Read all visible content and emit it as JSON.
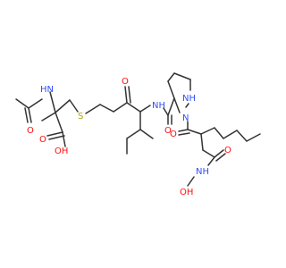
{
  "molecule": {
    "colors": {
      "bond": "#333333",
      "O": "#ff0d0d",
      "N": "#3050f8",
      "S": "#b2a400"
    },
    "labels": {
      "nh_acetyl": "HN",
      "o_acetyl": "O",
      "o_acid_carbonyl": "O",
      "oh_acid": "OH",
      "s_thioether": "S",
      "o_ketone": "O",
      "nh_amide": "NH",
      "o_amide1": "O",
      "nh_ring": "NH",
      "n_ring": "N",
      "o_amide2": "O",
      "o_hydroxamic": "O",
      "nh_hydroxamic": "NH",
      "oh_hydroxamic": "OH"
    }
  }
}
